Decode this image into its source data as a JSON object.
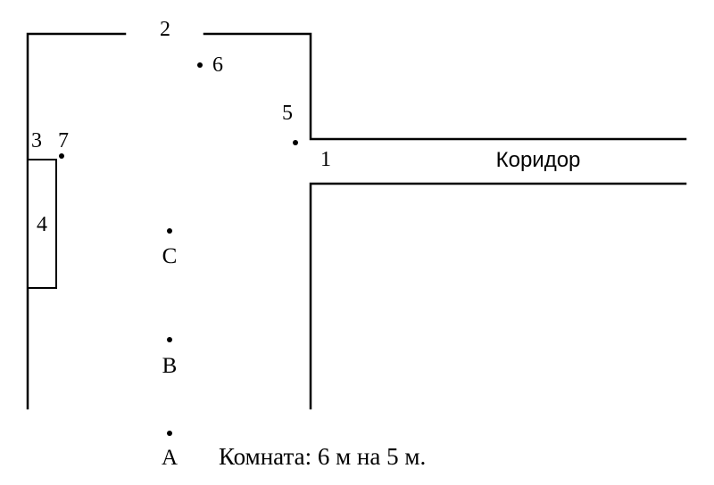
{
  "labels": {
    "n1": "1",
    "n2": "2",
    "n3": "3",
    "n4": "4",
    "n5": "5",
    "n6": "6",
    "n7": "7",
    "a": "A",
    "b": "B",
    "c": "C"
  },
  "corridor_label": "Коридор",
  "caption": "Комната: 6 м на 5 м."
}
